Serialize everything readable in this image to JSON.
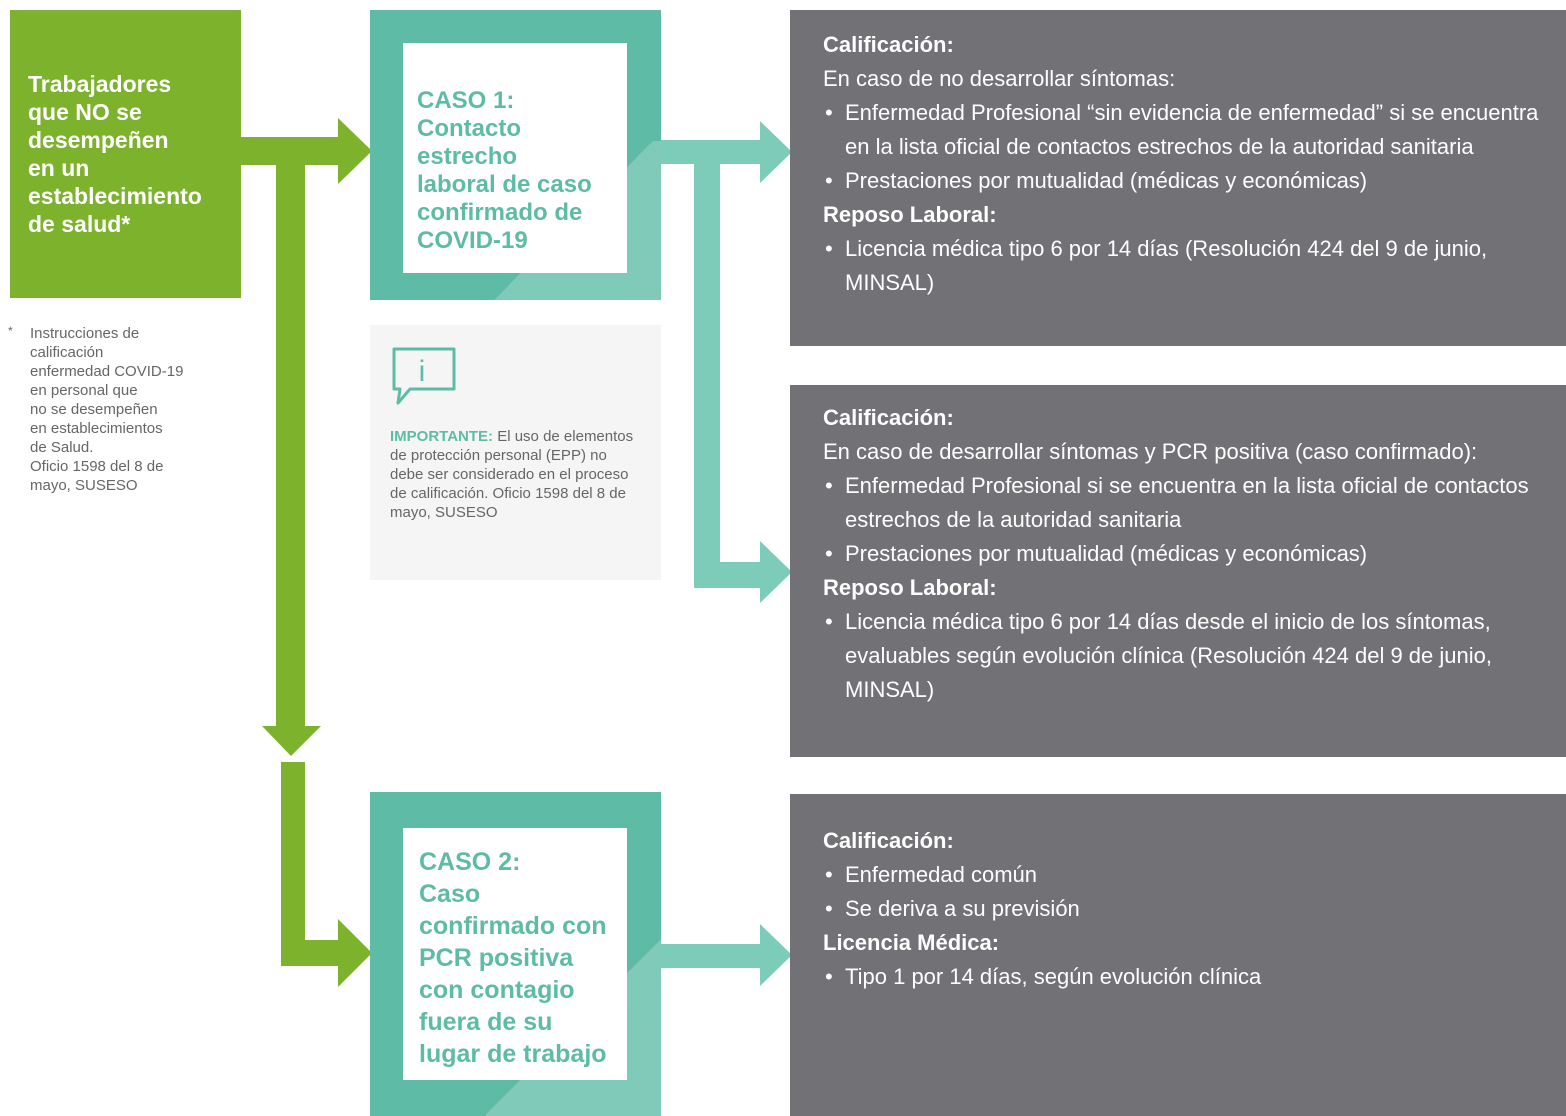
{
  "colors": {
    "green": "#7cb22c",
    "teal": "#5dbba6",
    "teal_light": "#7dcbb9",
    "gray_box": "#717176",
    "text_gray": "#666666"
  },
  "start": {
    "text": "Trabajadores\nque NO se\ndesempeñen\nen un\nestablecimiento\nde salud*"
  },
  "footnote": {
    "marker": "*",
    "text": "Instrucciones de\ncalificación\nenfermedad COVID-19\nen personal que\nno se desempeñen\nen establecimientos\nde Salud.\nOficio 1598 del 8 de\nmayo, SUSESO"
  },
  "case1": {
    "text": "CASO 1:\nContacto\nestrecho\nlaboral de caso\nconfirmado de\nCOVID-19"
  },
  "case2": {
    "text": "CASO 2:\nCaso\nconfirmado con\nPCR positiva\ncon contagio\nfuera de su\nlugar de trabajo"
  },
  "info": {
    "icon": "info-speech-bubble-icon",
    "icon_glyph": "i",
    "label": "IMPORTANTE:",
    "text": " El uso de elementos de protección personal (EPP) no debe ser considerado en el proceso de calificación. Oficio 1598 del 8 de mayo, SUSESO"
  },
  "result1": {
    "heading1": "Calificación:",
    "condition": "En caso de no desarrollar síntomas:",
    "bullets1": [
      "Enfermedad Profesional “sin evidencia de enfermedad” si se encuentra en la lista oficial de contactos estrechos de la autoridad sanitaria",
      "Prestaciones por mutualidad (médicas y económicas)"
    ],
    "heading2": "Reposo Laboral:",
    "bullets2": [
      "Licencia médica tipo 6 por 14 días (Resolución 424 del 9 de junio, MINSAL)"
    ]
  },
  "result2": {
    "heading1": "Calificación:",
    "condition": "En caso de desarrollar síntomas y PCR positiva (caso confirmado):",
    "bullets1": [
      "Enfermedad Profesional si se encuentra en la lista oficial de contactos estrechos de la autoridad sanitaria",
      "Prestaciones por mutualidad (médicas y económicas)"
    ],
    "heading2": "Reposo Laboral:",
    "bullets2": [
      "Licencia médica tipo 6 por 14 días desde el inicio de los síntomas, evaluables según evolución clínica (Resolución 424 del 9 de junio, MINSAL)"
    ]
  },
  "result3": {
    "heading1": "Calificación:",
    "bullets1": [
      "Enfermedad común",
      "Se deriva a su previsión"
    ],
    "heading2": "Licencia Médica:",
    "bullets2": [
      "Tipo 1 por 14 días, según evolución clínica"
    ]
  }
}
